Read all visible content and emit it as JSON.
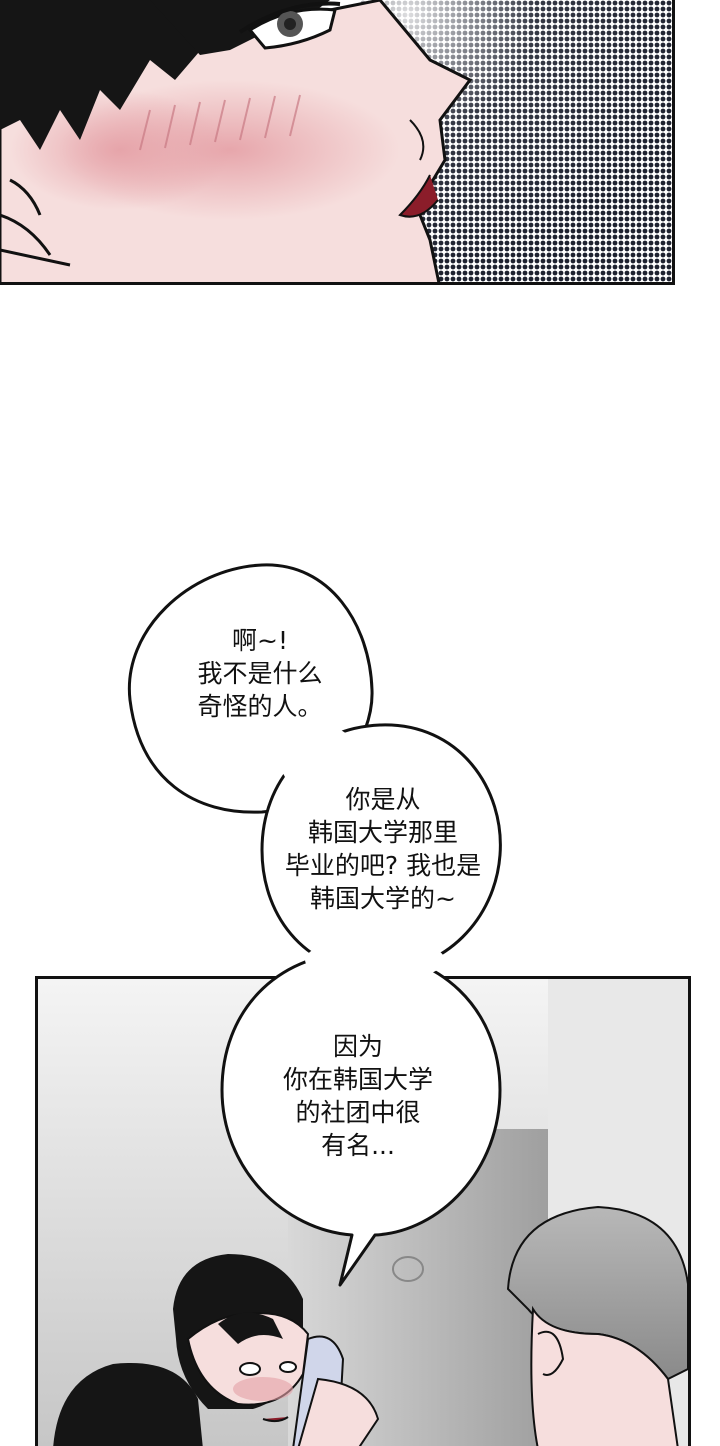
{
  "bubbles": [
    {
      "id": "bubble-1",
      "lines": "啊~!\n我不是什么\n奇怪的人。"
    },
    {
      "id": "bubble-2",
      "lines": "你是从\n韩国大学那里\n毕业的吧? 我也是\n韩国大学的~"
    },
    {
      "id": "bubble-3",
      "lines": "因为\n你在韩国大学\n的社团中很\n有名..."
    }
  ],
  "colors": {
    "skin": "#f6dedd",
    "blush": "#e5a0a6",
    "hair": "#151515",
    "halftone_dark": "#1e2230",
    "gray_hair": "#9a9a9a",
    "room_gray": "#c9c9c9"
  }
}
